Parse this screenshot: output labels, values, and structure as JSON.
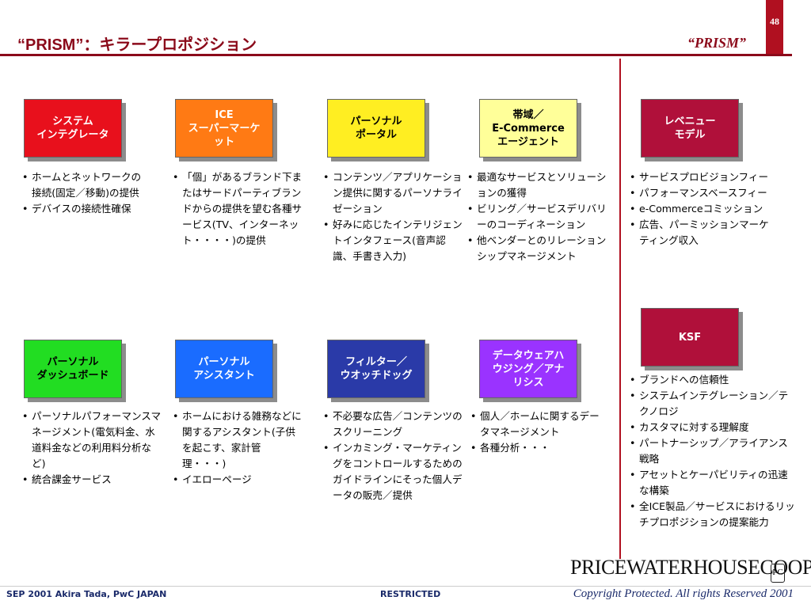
{
  "page_number": "48",
  "title": "“PRISM”：キラープロポジション",
  "title_right": "“PRISM”",
  "boxes": [
    {
      "label": "システム\nインテグレータ",
      "bg": "#e8101c",
      "fg": "#ffffff"
    },
    {
      "label": "ICE\nスーパーマーケ\nット",
      "bg": "#ff7a14",
      "fg": "#ffffff"
    },
    {
      "label": "パーソナル\nポータル",
      "bg": "#ffee22",
      "fg": "#000000"
    },
    {
      "label": "帯域／\nE-Commerce\nエージェント",
      "bg": "#ffff99",
      "fg": "#000000"
    },
    {
      "label": "レベニュー\nモデル",
      "bg": "#b0103a",
      "fg": "#ffffff"
    },
    {
      "label": "パーソナル\nダッシュボード",
      "bg": "#22dd22",
      "fg": "#000000"
    },
    {
      "label": "パーソナル\nアシスタント",
      "bg": "#1a6cff",
      "fg": "#ffffff"
    },
    {
      "label": "フィルター／\nウオッチドッグ",
      "bg": "#2a3aa8",
      "fg": "#ffffff"
    },
    {
      "label": "データウェアハ\nウジング／アナ\nリシス",
      "bg": "#9a33ff",
      "fg": "#ffffff"
    },
    {
      "label": "KSF",
      "bg": "#b0103a",
      "fg": "#ffffff"
    }
  ],
  "lists": [
    [
      "ホームとネットワークの接続(固定／移動)の提供",
      "デバイスの接続性確保"
    ],
    [
      "「個」があるブランド下またはサードパーティブランドからの提供を望む各種サービス(TV、インターネット・・・・)の提供"
    ],
    [
      "コンテンツ／アプリケーション提供に関するパーソナライゼーション",
      "好みに応じたインテリジェントインタフェース(音声認識、手書き入力)"
    ],
    [
      "最適なサービスとソリューションの獲得",
      "ビリング／サービスデリバリーのコーディネーション",
      "他ベンダーとのリレーションシップマネージメント"
    ],
    [
      "サービスプロビジョンフィー",
      "パフォーマンスベースフィー",
      "e-Commerceコミッション",
      "広告、パーミッションマーケティング収入"
    ],
    [
      "パーソナルパフォーマンスマネージメント(電気料金、水道料金などの利用料分析など)",
      "統合課金サービス"
    ],
    [
      "ホームにおける雑務などに関するアシスタント(子供を起こす、家計管理・・・)",
      "イエローページ"
    ],
    [
      "不必要な広告／コンテンツのスクリーニング",
      "インカミング・マーケティングをコントロールするためのガイドラインにそった個人データの販売／提供"
    ],
    [
      "個人／ホームに関するデータマネージメント",
      "各種分析・・・"
    ],
    [
      "ブランドへの信頼性",
      "システムインテグレーション／テクノロジ",
      "カスタマに対する理解度",
      "パートナーシップ／アライアンス戦略",
      "アセットとケーパビリティの迅速な構築",
      "全ICE製品／サービスにおけるリッチプロポジションの提案能力"
    ]
  ],
  "logo_text": "PRICEWATERHOUSECOOPERS",
  "logo_mark": "PC",
  "footer": {
    "left": "SEP 2001  Akira Tada, PwC JAPAN",
    "center": "RESTRICTED",
    "right": "Copyright Protected. All rights Reserved 2001"
  },
  "colors": {
    "accent": "#8b0a1a"
  }
}
